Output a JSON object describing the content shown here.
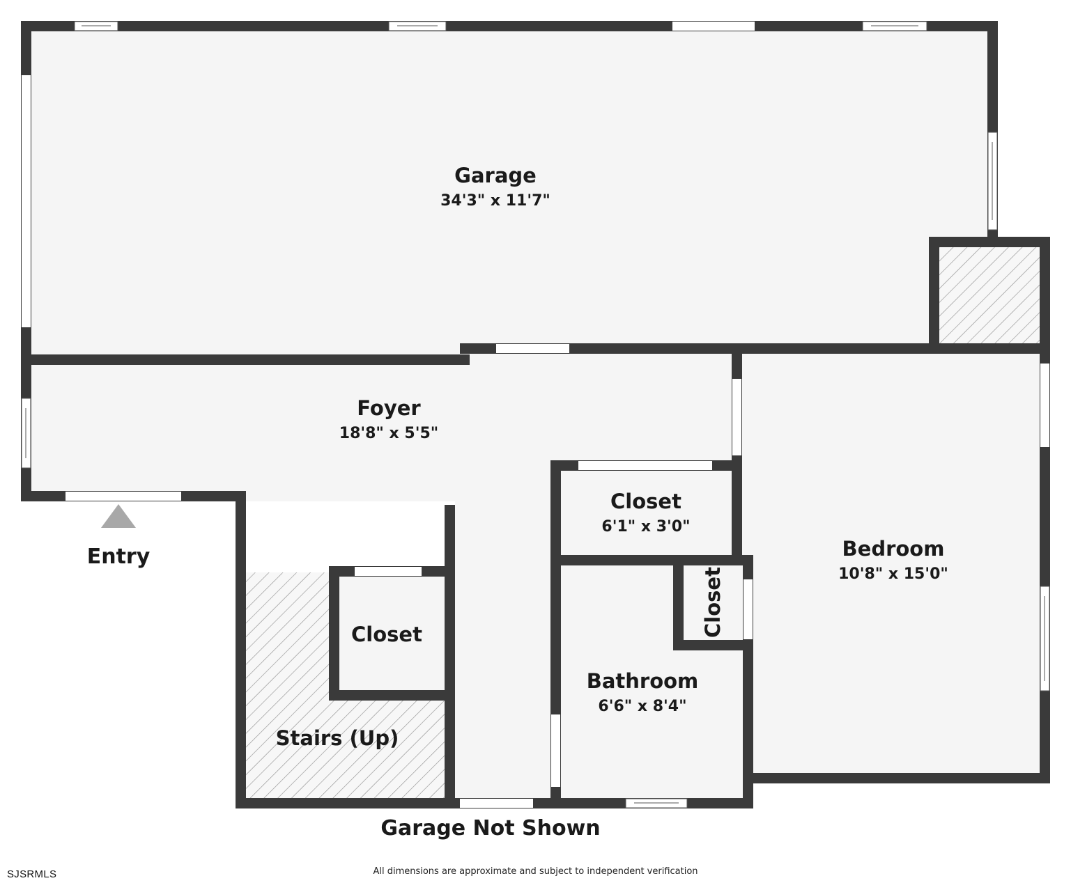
{
  "rooms": {
    "garage": {
      "name": "Garage",
      "dims": "34'3\" x 11'7\""
    },
    "foyer": {
      "name": "Foyer",
      "dims": "18'8\" x 5'5\""
    },
    "closet_top": {
      "name": "Closet",
      "dims": "6'1\" x 3'0\""
    },
    "closet_small": {
      "name": "Closet"
    },
    "closet_vertical": {
      "name": "Closet"
    },
    "bathroom": {
      "name": "Bathroom",
      "dims": "6'6\" x 8'4\""
    },
    "bedroom": {
      "name": "Bedroom",
      "dims": "10'8\" x 15'0\""
    },
    "stairs": {
      "name": "Stairs (Up)"
    }
  },
  "entry_label": "Entry",
  "footer_note": "Garage Not Shown",
  "brand": "SJSRMLS",
  "disclaimer": "All dimensions are approximate and subject to independent verification",
  "colors": {
    "wall": "#3a3a3a",
    "floor": "#f5f5f5",
    "window": "#ffffff",
    "entry_marker": "#a8a8a8"
  }
}
